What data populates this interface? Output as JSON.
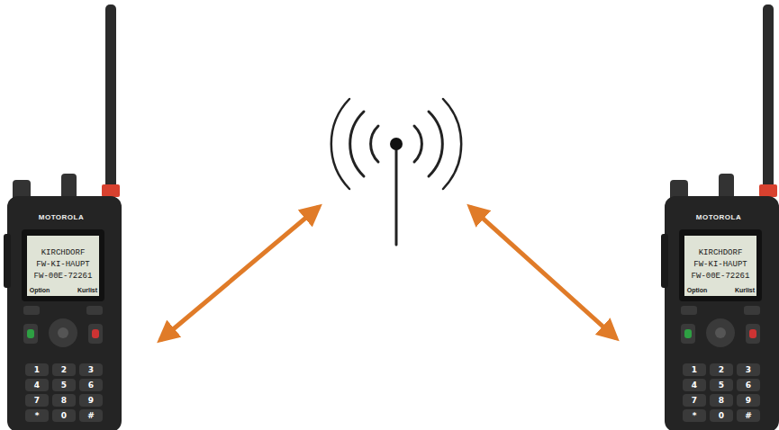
{
  "diagram": {
    "labels": [
      "MOTOROLA",
      "KIRCHDORF",
      "FW-KI-HAUPT",
      "FW-00E-72261",
      "Option",
      "Kurlist",
      "1",
      "2",
      "3",
      "4",
      "5",
      "6",
      "7",
      "8",
      "9",
      "*",
      "0",
      "#",
      "MOTOROLA",
      "KIRCHDORF",
      "FW-KI-HAUPT",
      "FW-00E-72261",
      "Option",
      "Kurlist",
      "1",
      "2",
      "3",
      "4",
      "5",
      "6",
      "7",
      "8",
      "9",
      "*",
      "0",
      "#"
    ]
  }
}
